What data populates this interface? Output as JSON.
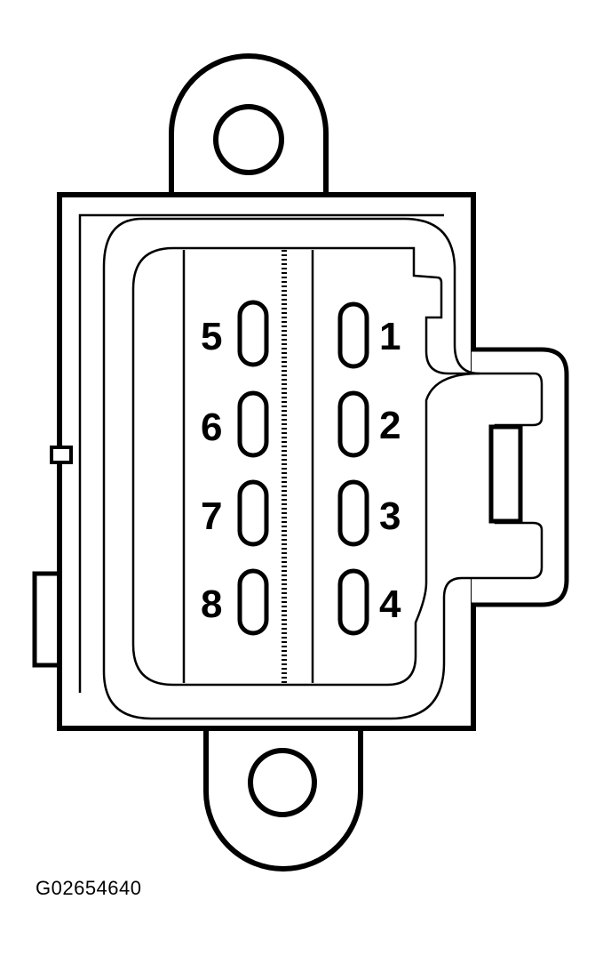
{
  "figure_code": "G02654640",
  "colors": {
    "line": "#000000",
    "background": "#ffffff",
    "shade": "#bfbfbf"
  },
  "connector": {
    "pins": [
      {
        "label": "1",
        "column": "right",
        "row": 1
      },
      {
        "label": "2",
        "column": "right",
        "row": 2
      },
      {
        "label": "3",
        "column": "right",
        "row": 3
      },
      {
        "label": "4",
        "column": "right",
        "row": 4
      },
      {
        "label": "5",
        "column": "left",
        "row": 1
      },
      {
        "label": "6",
        "column": "left",
        "row": 2
      },
      {
        "label": "7",
        "column": "left",
        "row": 3
      },
      {
        "label": "8",
        "column": "left",
        "row": 4
      }
    ]
  }
}
